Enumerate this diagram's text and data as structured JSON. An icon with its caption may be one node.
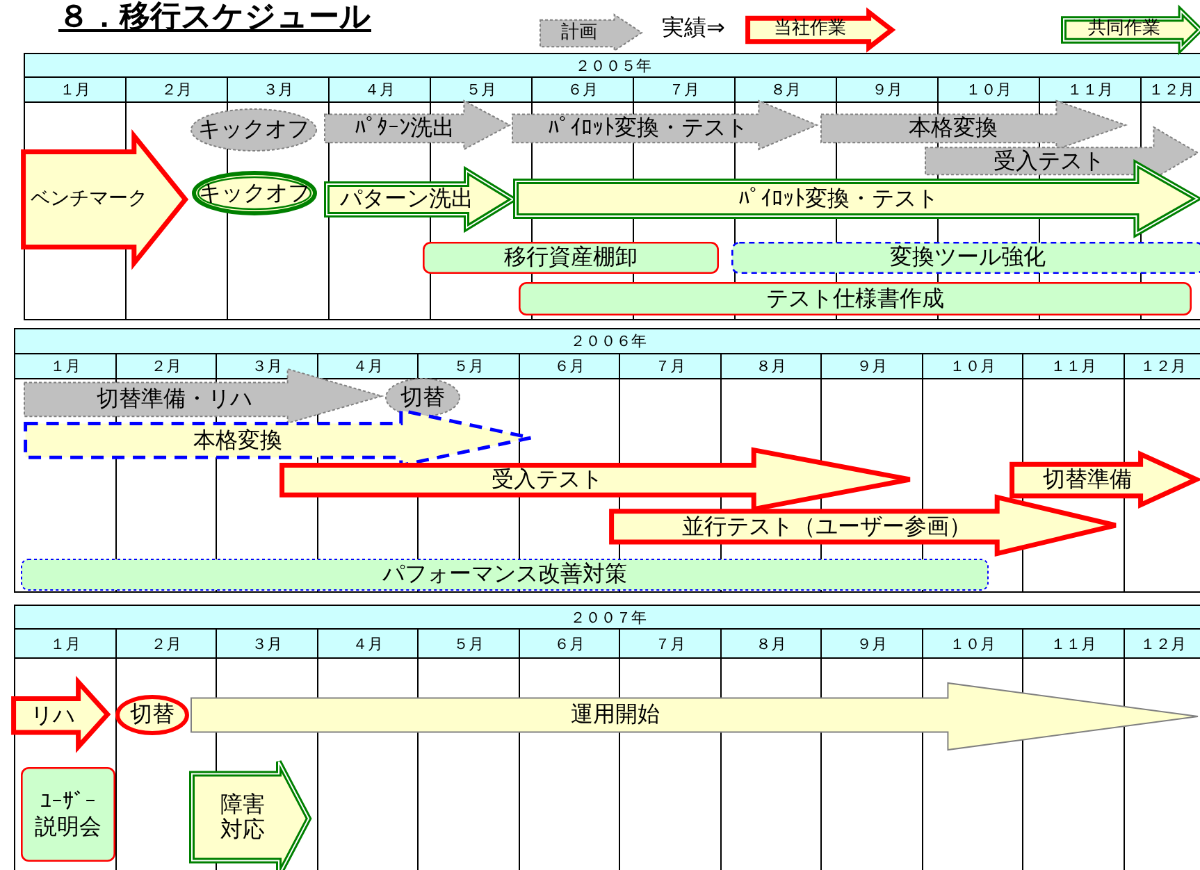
{
  "diagram": {
    "title": "８．移行スケジュール",
    "nodes": [
      {
        "text": [
          "キックオフ"
        ]
      },
      {
        "text": [
          "ﾊﾟﾀｰﾝ洗出"
        ]
      },
      {
        "text": [
          "ﾊﾟｲﾛｯﾄ変換・テスト"
        ]
      },
      {
        "text": [
          "本格変換"
        ]
      },
      {
        "text": [
          "受入テスト"
        ]
      },
      {
        "text": [
          "ベンチマーク"
        ]
      },
      {
        "text": [
          "キックオフ"
        ]
      },
      {
        "text": [
          "パターン洗出"
        ]
      },
      {
        "text": [
          "ﾊﾟｲﾛｯﾄ変換・テスト"
        ]
      },
      {
        "text": [
          "移行資産棚卸"
        ]
      },
      {
        "text": [
          "変換ツール強化"
        ]
      },
      {
        "text": [
          "テスト仕様書作成"
        ]
      },
      {
        "text": [
          "切替準備・リハ"
        ]
      },
      {
        "text": [
          "切替"
        ]
      },
      {
        "text": [
          "本格変換"
        ]
      },
      {
        "text": [
          "受入テスト"
        ]
      },
      {
        "text": [
          "切替準備"
        ]
      },
      {
        "text": [
          "並行テスト（ユーザー参画）"
        ]
      },
      {
        "text": [
          "パフォーマンス改善対策"
        ]
      },
      {
        "text": [
          "リハ"
        ]
      },
      {
        "text": [
          "切替"
        ]
      },
      {
        "text": [
          "運用開始"
        ]
      },
      {
        "text": [
          "ﾕｰｻﾞｰ説明会"
        ]
      },
      {
        "text": [
          "障害対応"
        ]
      }
    ],
    "labels": [
      "実績⇒",
      "２００５年",
      "１月",
      "２月",
      "３月",
      "４月",
      "５月",
      "６月",
      "７月",
      "８月",
      "９月",
      "１０月",
      "１１月",
      "１２月",
      "２００６年",
      "１月",
      "２月",
      "３月",
      "４月",
      "５月",
      "６月",
      "７月",
      "８月",
      "９月",
      "１０月",
      "１１月",
      "１２月",
      "２００７年",
      "１月",
      "２月",
      "３月",
      "４月",
      "５月",
      "６月",
      "７月",
      "８月",
      "９月",
      "１０月",
      "１１月",
      "１２月"
    ],
    "legend": [
      {
        "text": "計画"
      },
      {
        "text": "当社作業"
      },
      {
        "text": "共同作業"
      }
    ]
  }
}
